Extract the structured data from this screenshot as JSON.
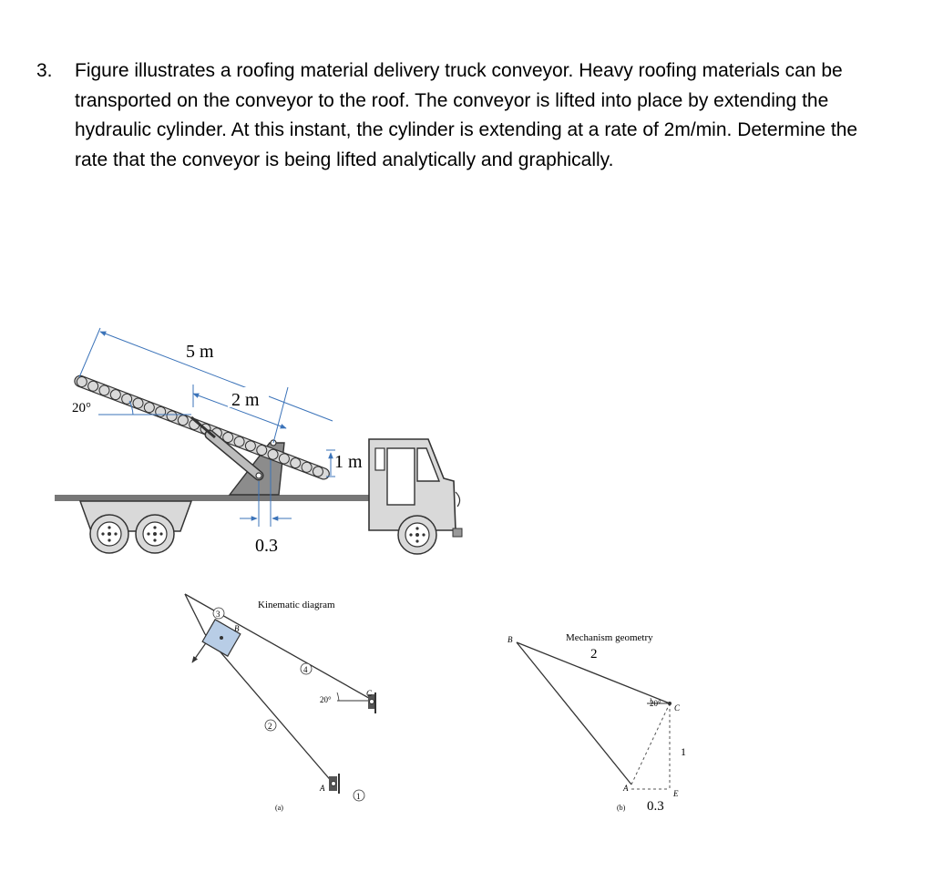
{
  "problem": {
    "number": "3.",
    "text": "Figure illustrates a roofing material delivery truck conveyor. Heavy roofing materials can be transported on the conveyor to the roof. The conveyor is lifted into place by extending the hydraulic cylinder. At this instant, the cylinder is extending at a rate of 2m/min. Determine the rate that the conveyor is being lifted analytically and graphically."
  },
  "truck_figure": {
    "length_label": "5 m",
    "pin_offset_label": "2 m",
    "angle_label": "20°",
    "height_label": "1 m",
    "base_offset_label": "0.3"
  },
  "kinematic_diagram": {
    "title": "Kinematic diagram",
    "caption": "(a)",
    "angle_label": "20°",
    "point_labels": [
      "A",
      "B",
      "C"
    ],
    "link_numbers": [
      "1",
      "2",
      "3",
      "4"
    ]
  },
  "mechanism_geometry": {
    "title": "Mechanism geometry",
    "caption": "(b)",
    "top_dimension": "2",
    "side_dimension": "1",
    "bottom_dimension": "0.3",
    "angle_label": "20°",
    "point_labels": [
      "A",
      "B",
      "C",
      "E"
    ]
  },
  "colors": {
    "dimension_line": "#3b73b9",
    "slider_block": "#b8cde6",
    "truck_body": "#d9d9d9",
    "bracket": "#8c8c8c"
  }
}
